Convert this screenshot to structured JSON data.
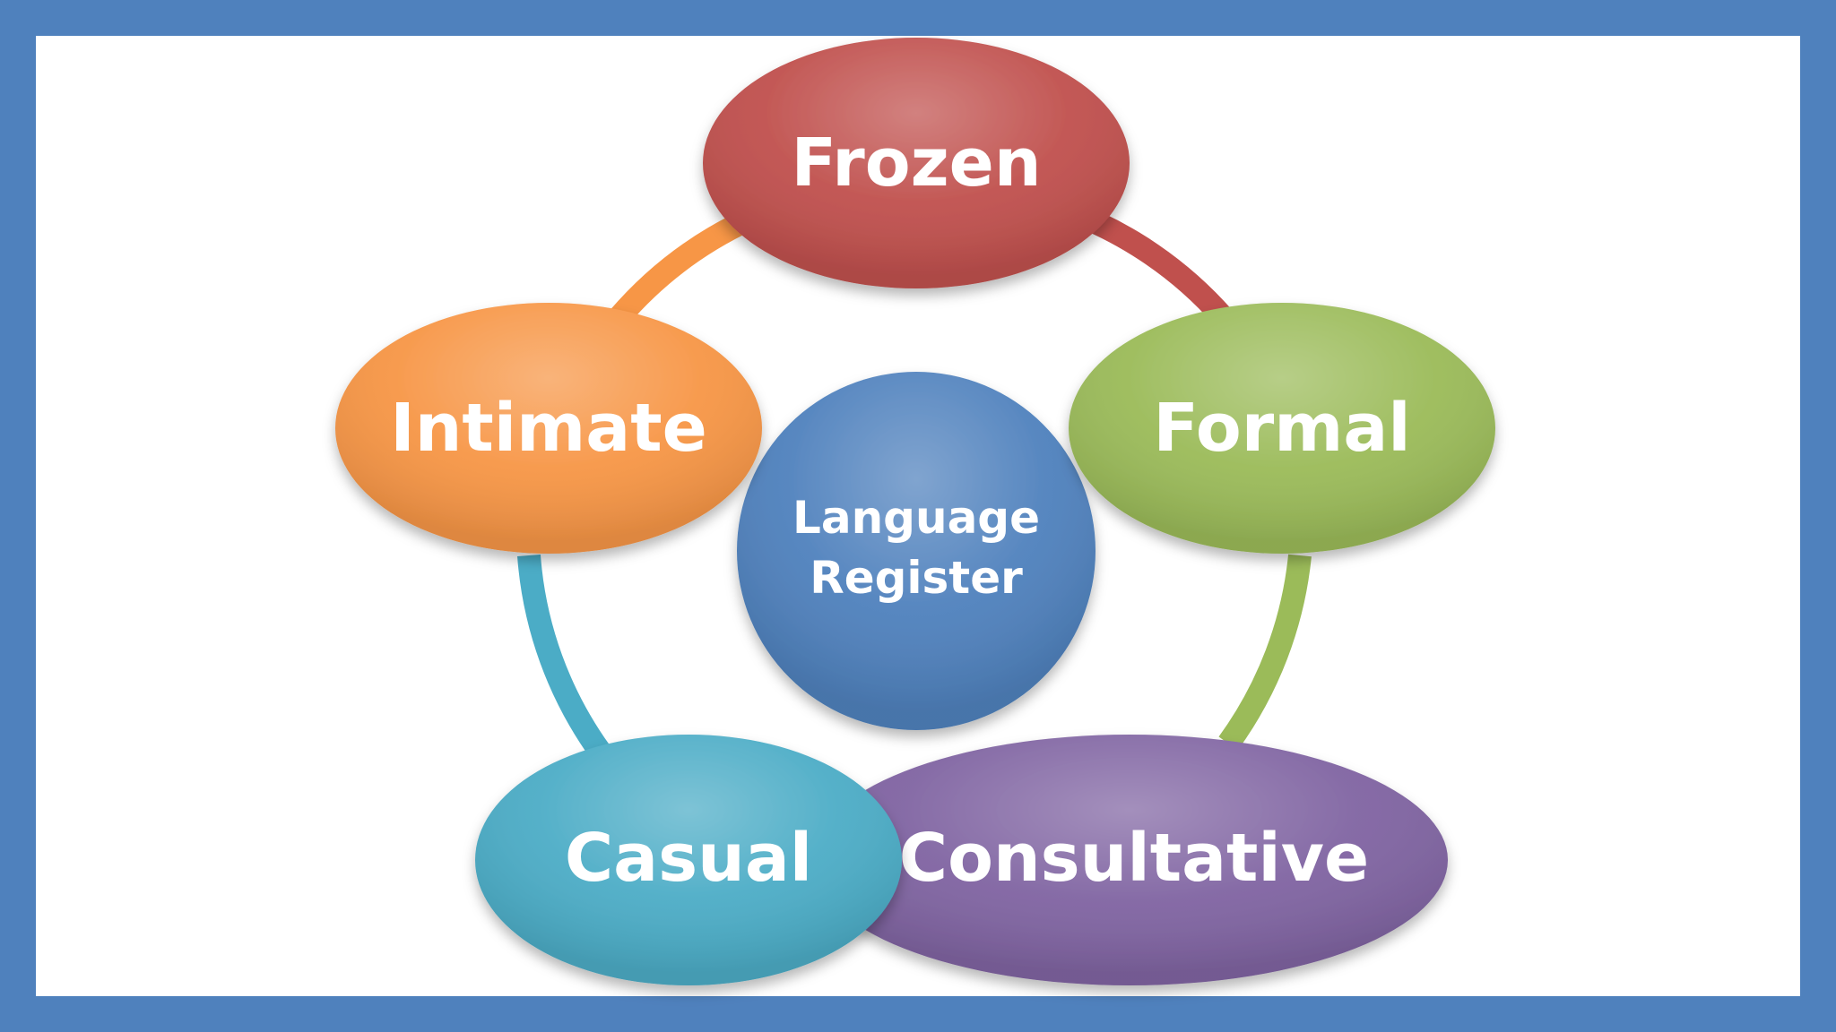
{
  "diagram": {
    "center": {
      "line1": "Language",
      "line2": "Register",
      "color": "#4f81bd"
    },
    "nodes": [
      {
        "id": "frozen",
        "label": "Frozen",
        "color": "#c0504d"
      },
      {
        "id": "formal",
        "label": "Formal",
        "color": "#9bbb59"
      },
      {
        "id": "consultative",
        "label": "Consultative",
        "color": "#8064a2"
      },
      {
        "id": "casual",
        "label": "Casual",
        "color": "#4bacc6"
      },
      {
        "id": "intimate",
        "label": "Intimate",
        "color": "#f79646"
      }
    ],
    "frame_color": "#4f81bd"
  }
}
